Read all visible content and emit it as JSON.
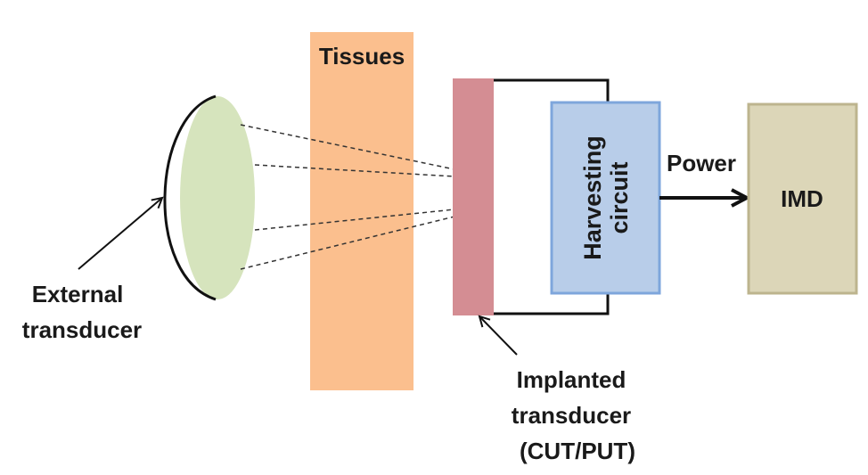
{
  "labels": {
    "tissues": "Tissues",
    "harvesting_line1": "Harvesting",
    "harvesting_line2": "circuit",
    "power": "Power",
    "imd": "IMD",
    "external_line1": "External",
    "external_line2": "transducer",
    "implanted_line1": "Implanted",
    "implanted_line2": "transducer",
    "implanted_line3": "(CUT/PUT)"
  },
  "colors": {
    "tissues_fill": "#fbbf8e",
    "external_fill": "#d6e4bd",
    "implanted_fill": "#d48d93",
    "harvesting_fill": "#b8cde9",
    "harvesting_border": "#7ea6dc",
    "imd_fill": "#dcd6b8",
    "imd_border": "#bdb48e",
    "line": "#111111"
  }
}
